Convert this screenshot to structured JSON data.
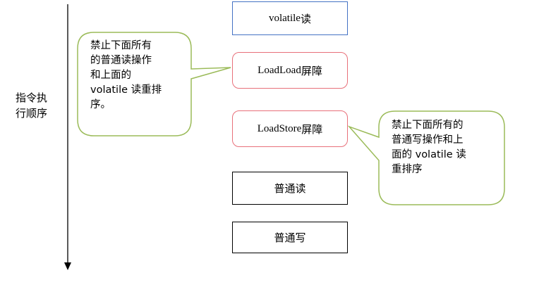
{
  "axis_label": "指令执\n行顺序",
  "boxes": {
    "volatile_read": {
      "code": "volatile",
      "text": " 读"
    },
    "loadload": {
      "code": "LoadLoad",
      "text": " 屏障"
    },
    "loadstore": {
      "code": "LoadStore",
      "text": " 屏障"
    },
    "normal_read": {
      "text": "普通读"
    },
    "normal_write": {
      "text": "普通写"
    }
  },
  "callouts": {
    "left": "禁止下面所有\n的普通读操作\n和上面的\nvolatile 读重排\n序。",
    "right": "禁止下面所有的\n普通写操作和上\n面的 volatile 读\n重排序"
  },
  "colors": {
    "blue_border": "#4472c4",
    "red_border": "#e8707a",
    "callout_border": "#9bbb59"
  }
}
